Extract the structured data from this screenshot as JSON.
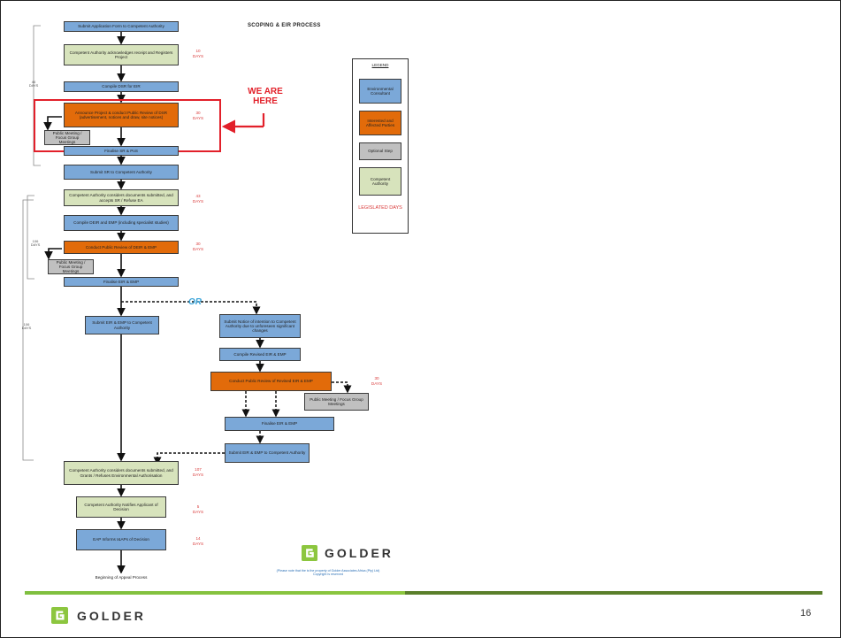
{
  "doc_title": "SCOPING & EIR PROCESS",
  "callout": "WE ARE HERE",
  "or_label": "OR",
  "legend": {
    "title": "LEGEND",
    "items": [
      "Environmental Consultant",
      "Interested and Affected Parties",
      "Optional Step",
      "Competent Authority"
    ],
    "legislated": "LEGISLATED DAYS"
  },
  "steps": {
    "s1": "Submit Application Form to Competent Authority",
    "s2": "Competent Authority acknowledges receipt and Registers Project",
    "s3": "Compile DSR for EIR",
    "s4": "Announce Project & conduct Public Review of DSR (advertisement, notices and draw, site notices)",
    "s5": "Public Meeting / Focus Group Meetings",
    "s6": "Finalise SR & PoS",
    "s7": "Submit SR to Competent Authority",
    "s8": "Competent Authority considers documents submitted, and accepts SR / Refuse EA",
    "s9": "Compile DEIR and EMP (including specialist studies)",
    "s10": "Conduct Public Review of DEIR & EMP",
    "s11": "Public Meeting / Focus Group Meetings",
    "s12": "Finalise EIR & EMP",
    "s13": "Submit EIR & EMP to Competent Authority",
    "s14": "Submit Notice of intention to Competent Authority due to unforeseen significant changes",
    "s15": "Compile Revised EIR & EMP",
    "s16": "Conduct Public Review of Revised EIR & EMP",
    "s17": "Public Meeting / Focus Group Meetings",
    "s18": "Finalise EIR & EMP",
    "s19": "Submit EIR & EMP to Competent Authority",
    "s20": "Competent Authority considers documents submitted, and Grants / Refuses Environmental Authorisation",
    "s21": "Competent Authority Notifies Applicant of Decision",
    "s22": "EAP Informs I&APs of Decision",
    "s23": "Beginning of Appeal Process"
  },
  "days": {
    "d1": "10\nDAYS",
    "d2": "30\nDAYS",
    "d3": "43\nDAYS",
    "d4": "30\nDAYS",
    "d5": "30\nDAYS",
    "d6": "107\nDAYS",
    "d7": "5\nDAYS",
    "d8": "14\nDAYS"
  },
  "axis_labels": {
    "a1": "44\nDAYS",
    "a2": "106\nDAYS",
    "a3": "106\nDAYS"
  },
  "doc_logo": "GOLDER",
  "copyright": "(Please note that the is the property of Golder Associates Africa (Pty) Ltd)\nCopyright is reserved",
  "footer_logo": "GOLDER",
  "page_number": "16",
  "colors": {
    "environmental_consultant": "#7ba8d8",
    "interested_affected_parties": "#e26b0a",
    "optional_step": "#c0c0c0",
    "competent_authority": "#d7e3bc",
    "highlight": "#e2202a",
    "or_label": "#3aa4d9",
    "brand_green": "#8cc63f"
  }
}
